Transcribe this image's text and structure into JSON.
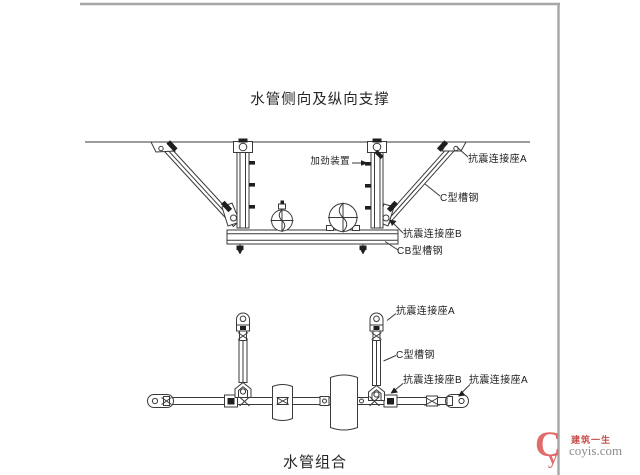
{
  "upper": {
    "title": "水管侧向及纵向支撑",
    "labels": {
      "stiffener": "加劲装置",
      "seat_a": "抗震连接座A",
      "c_channel": "C型槽钢",
      "seat_b": "抗震连接座B",
      "cb_channel": "CB型槽钢"
    }
  },
  "lower": {
    "title": "水管组合",
    "labels": {
      "seat_a_top": "抗震连接座A",
      "c_channel": "C型槽钢",
      "seat_b": "抗震连接座B",
      "seat_a_right": "抗震连接座A"
    }
  },
  "watermark": {
    "logo_main": "C",
    "logo_sub": "y",
    "brand": "建筑一生",
    "site": "coyis.com"
  },
  "colors": {
    "ink": "#3a3a3a",
    "frame_gray": "#a6a6a6",
    "brand_red": "#e06b6b",
    "brand_text_red": "#c9504e",
    "site_gray": "#8c8c8c",
    "background": "#ffffff"
  }
}
